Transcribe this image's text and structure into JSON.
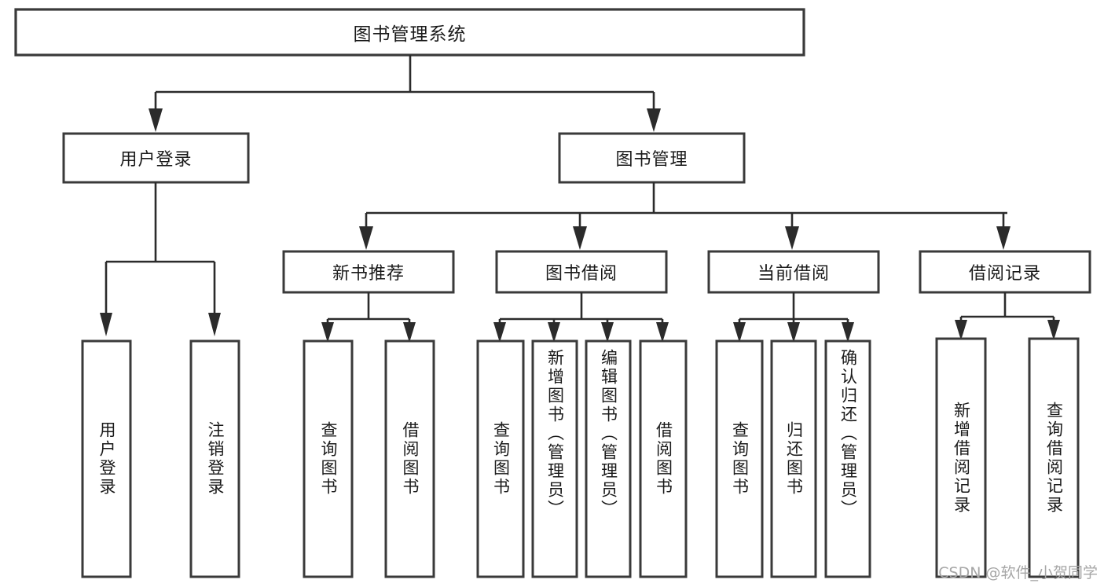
{
  "diagram": {
    "type": "tree-hierarchy",
    "root": {
      "label": "图书管理系统"
    },
    "level2": [
      {
        "label": "用户登录"
      },
      {
        "label": "图书管理"
      }
    ],
    "level3": [
      {
        "label": "新书推荐"
      },
      {
        "label": "图书借阅"
      },
      {
        "label": "当前借阅"
      },
      {
        "label": "借阅记录"
      }
    ],
    "leaves": {
      "user_login": [
        {
          "label": "用户登录"
        },
        {
          "label": "注销登录"
        }
      ],
      "new_book_recommend": [
        {
          "label": "查询图书"
        },
        {
          "label": "借阅图书"
        }
      ],
      "book_borrow": [
        {
          "label": "查询图书"
        },
        {
          "label": "新增图书（管理员）"
        },
        {
          "label": "编辑图书（管理员）"
        },
        {
          "label": "借阅图书"
        }
      ],
      "current_borrow": [
        {
          "label": "查询图书"
        },
        {
          "label": "归还图书"
        },
        {
          "label": "确认归还（管理员）"
        }
      ],
      "borrow_record": [
        {
          "label": "新增借阅记录"
        },
        {
          "label": "查询借阅记录"
        }
      ]
    }
  },
  "watermark": {
    "text": "CSDN @软件_小贺同学"
  },
  "colors": {
    "box_stroke": "#3a3a3a",
    "connector": "#2b2b2b",
    "text": "#1a1a1a",
    "background": "#ffffff",
    "watermark": "#a6a6a6"
  }
}
